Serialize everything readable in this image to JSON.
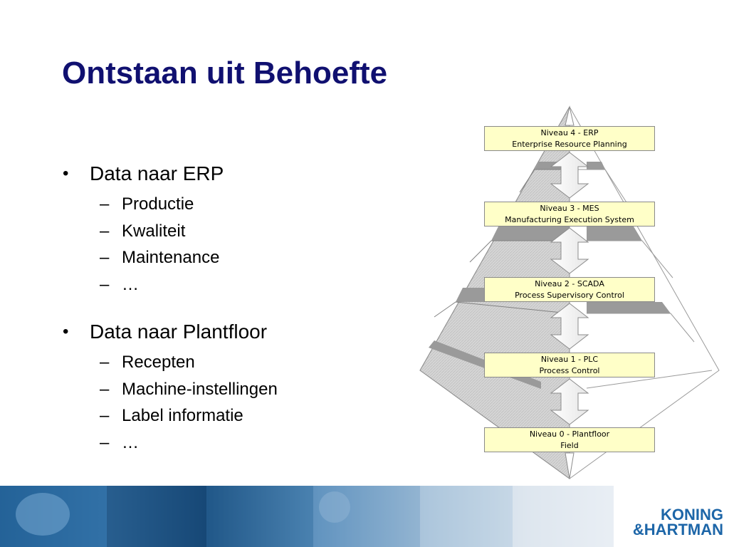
{
  "slide": {
    "title": "Ontstaan uit Behoefte"
  },
  "bullets": [
    {
      "text": "Data naar ERP",
      "subitems": [
        "Productie",
        "Kwaliteit",
        "Maintenance",
        "…"
      ]
    },
    {
      "text": "Data naar Plantfloor",
      "subitems": [
        "Recepten",
        "Machine-instellingen",
        "Label informatie",
        "…"
      ]
    }
  ],
  "markers": {
    "bullet": "•",
    "dash": "–"
  },
  "pyramid": {
    "levels": [
      {
        "line1": "Niveau 4 - ERP",
        "line2": "Enterprise Resource Planning"
      },
      {
        "line1": "Niveau 3 - MES",
        "line2": "Manufacturing Execution System"
      },
      {
        "line1": "Niveau 2 - SCADA",
        "line2": "Process Supervisory Control"
      },
      {
        "line1": "Niveau 1 - PLC",
        "line2": "Process Control"
      },
      {
        "line1": "Niveau 0 - Plantfloor",
        "line2": "Field"
      }
    ],
    "colors": {
      "box_fill": "#ffffc8",
      "band_fill": "#d9d9d9",
      "band_dark": "#9a9a9a"
    }
  },
  "logo": {
    "line1": "KONING",
    "line2": "&HARTMAN",
    "color": "#1d66a8"
  },
  "theme": {
    "title_color": "#101070"
  }
}
